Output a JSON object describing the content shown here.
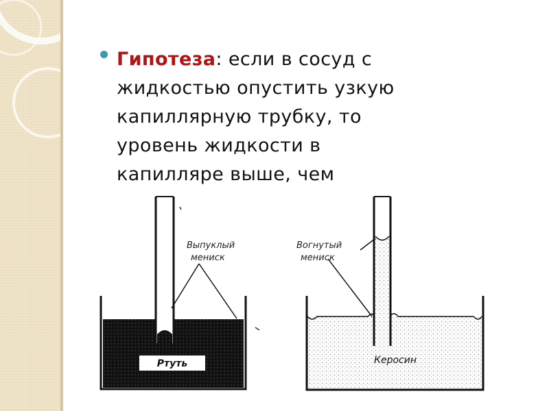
{
  "slide": {
    "bullet": {
      "keyword": "Гипотеза",
      "keyword_suffix": ":",
      "lines": [
        " если в сосуд  с",
        "жидкостью  опустить узкую",
        "капиллярную трубку, то",
        "уровень жидкости  в",
        "капилляре выше, чем"
      ]
    },
    "colors": {
      "keyword": "#b01414",
      "bullet": "#3d97ad",
      "side_panel": "#efe3c8"
    },
    "figure": {
      "left_vessel": {
        "meniscus_label_line1": "Выпуклый",
        "meniscus_label_line2": "мениск",
        "liquid_label": "Ртуть"
      },
      "right_vessel": {
        "meniscus_label_line1": "Вогнутый",
        "meniscus_label_line2": "мениск",
        "liquid_label": "Керосин"
      }
    }
  }
}
